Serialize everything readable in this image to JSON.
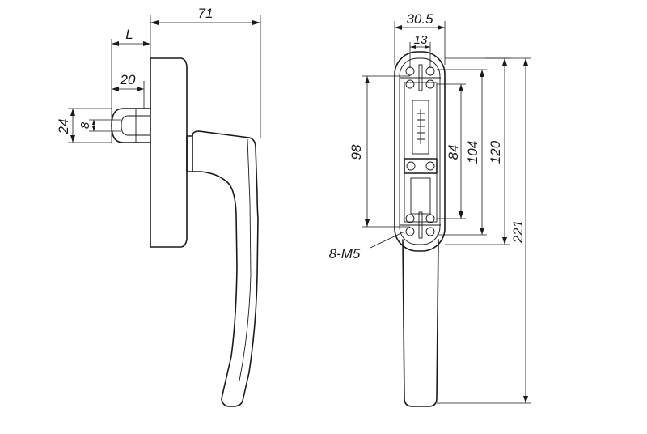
{
  "side_view": {
    "dim_overall": "71",
    "dim_L": "L",
    "dim_20": "20",
    "dim_24": "24",
    "dim_8": "8"
  },
  "front_view": {
    "dim_30_5": "30.5",
    "dim_13": "13",
    "dim_98": "98",
    "dim_84": "84",
    "dim_104": "104",
    "dim_120": "120",
    "dim_221": "221",
    "callout_screws": "8-M5"
  }
}
